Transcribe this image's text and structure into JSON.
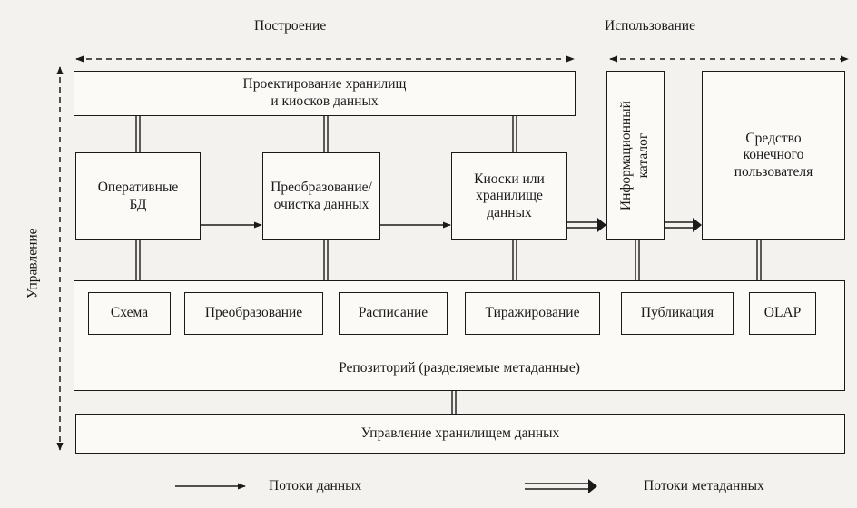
{
  "sections": {
    "build": "Построение",
    "use": "Использование",
    "management": "Управление"
  },
  "boxes": {
    "design": "Проектирование хранилищ\nи киосков данных",
    "catalog": "Информационный\nкаталог",
    "enduser": "Средство\nконечного\nпользователя",
    "opdb": "Оперативные\nБД",
    "transform_clean": "Преобразование/\nочистка данных",
    "marts": "Киоски или\nхранилище\nданных",
    "schema": "Схема",
    "transformation": "Преобразование",
    "schedule": "Расписание",
    "replication": "Тиражирование",
    "publication": "Публикация",
    "olap": "OLAP",
    "repository": "Репозиторий (разделяемые метаданные)",
    "dw_management": "Управление хранилищем данных"
  },
  "legend": {
    "data_flows": "Потоки данных",
    "metadata_flows": "Потоки метаданных"
  }
}
